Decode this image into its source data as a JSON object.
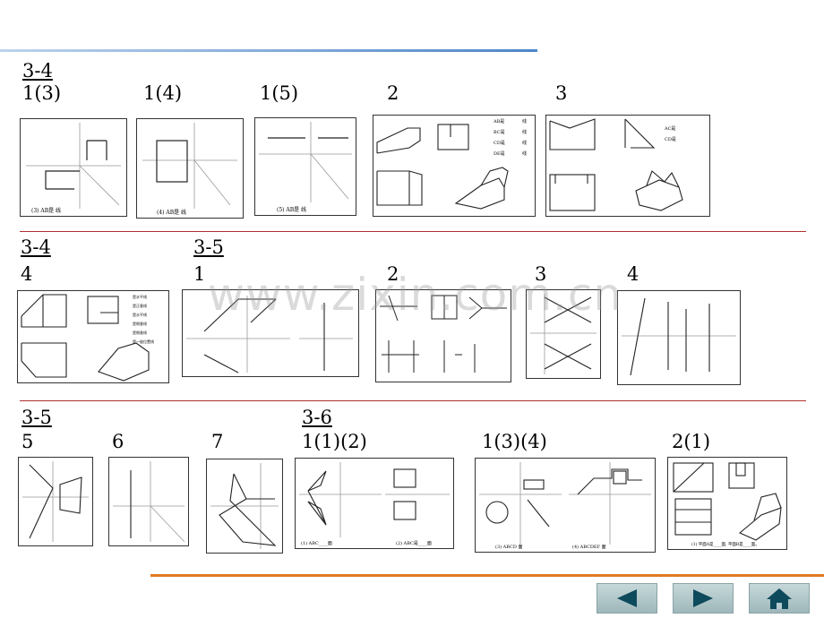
{
  "labels": {
    "r1_section": "3-4",
    "r1_a": "1(3)",
    "r1_b": "1(4)",
    "r1_c": "1(5)",
    "r1_d": "2",
    "r1_e": "3",
    "r2_section_a": "3-4",
    "r2_section_b": "3-5",
    "r2_a": "4",
    "r2_b": "1",
    "r2_c": "2",
    "r2_d": "3",
    "r2_e": "4",
    "r3_section_a": "3-5",
    "r3_section_b": "3-6",
    "r3_a": "5",
    "r3_b": "6",
    "r3_c": "7",
    "r3_d": "1(1)(2)",
    "r3_e": "1(3)(4)",
    "r3_f": "2(1)"
  },
  "captions": {
    "t1": "(3) AB是    线",
    "t2": "(4) AB是    线",
    "t3": "(5) AB是    线",
    "t4a": "AB是",
    "t4b": "BC是",
    "t4c": "CD是",
    "t4d": "DE是",
    "t4suffix": "线",
    "t5a": "AC是",
    "t5b": "CD是",
    "t6a": "是水平线",
    "t6b": "是正垂线",
    "t6c": "是水平线",
    "t6d": "是侧垂线",
    "t6e": "是侧垂线",
    "t6f": "是一般位置线",
    "t13a": "(1) ABC____面",
    "t13b": "(2) ABC是____面",
    "t14a": "(3) ABCD    面",
    "t14b": "(4) ABCDEF    面",
    "t15": "(1) 平面A是____面, 平面B是____面。"
  },
  "watermark": "www.zixin.com.cn",
  "nav": {
    "prev_icon": "left-arrow-icon",
    "next_icon": "right-arrow-icon",
    "home_icon": "home-icon"
  }
}
